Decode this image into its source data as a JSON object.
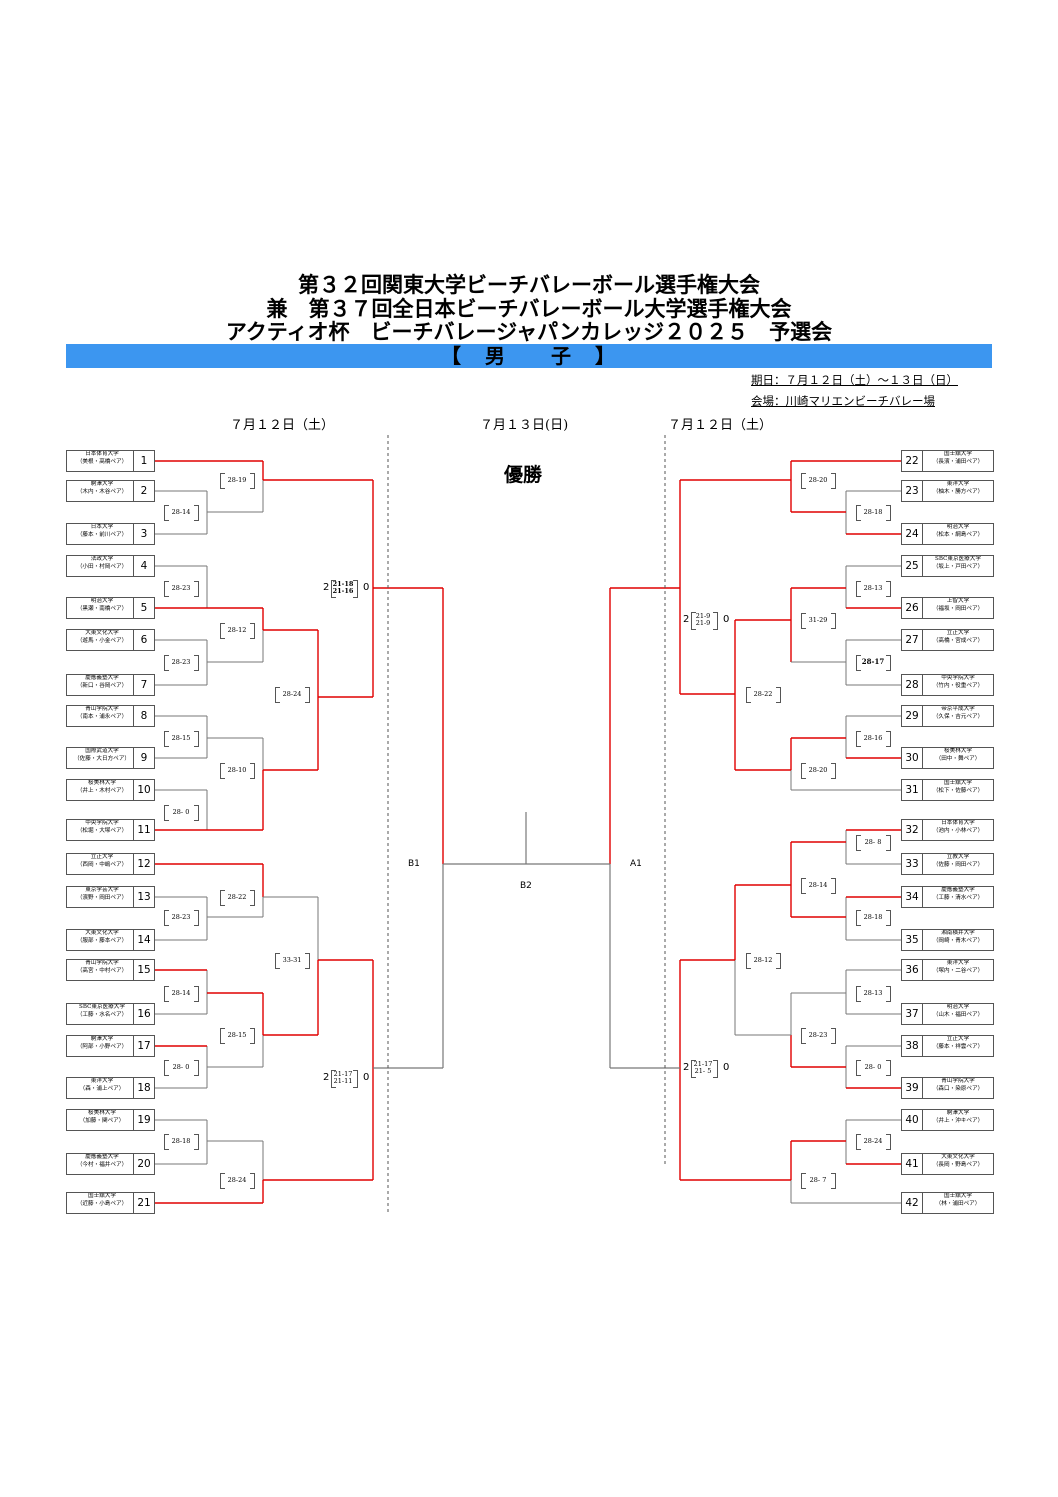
{
  "titles": [
    "第３２回関東大学ビーチバレーボール選手権大会",
    "兼　第３７回全日本ビーチバレーボール大学選手権大会",
    "アクティオ杯　ビーチバレージャパンカレッジ２０２５　予選会"
  ],
  "category": "【　男　　子　】",
  "dates_line": "期日：７月１２日（土）～１３日（日）",
  "venue_line": "会場：川崎マリエンビーチバレー場",
  "day_left": "７月１２日（土）",
  "day_center": "７月１３日(日)",
  "day_right": "７月１２日（土）",
  "champion_label": "優勝",
  "accent_color": "#3c96f0",
  "line_color": "#e00000",
  "teams_left": [
    {
      "seed": "1",
      "name": "日本体育大学",
      "pair": "（美根・髙橋ペア）"
    },
    {
      "seed": "2",
      "name": "駒澤大学",
      "pair": "（木内・木谷ペア）"
    },
    {
      "seed": "3",
      "name": "日本大学",
      "pair": "（藤本・前川ペア）"
    },
    {
      "seed": "4",
      "name": "法政大学",
      "pair": "（小田・村岡ペア）"
    },
    {
      "seed": "5",
      "name": "明治大学",
      "pair": "（黒瀬・南橋ペア）"
    },
    {
      "seed": "6",
      "name": "大東文化大学",
      "pair": "（遊馬・小金ペア）"
    },
    {
      "seed": "7",
      "name": "慶應義塾大学",
      "pair": "（新口・谷岡ペア）"
    },
    {
      "seed": "8",
      "name": "青山学院大学",
      "pair": "（南本・浦永ペア）"
    },
    {
      "seed": "9",
      "name": "国際武道大学",
      "pair": "（佐藤・大日方ペア）"
    },
    {
      "seed": "10",
      "name": "桜美林大学",
      "pair": "（井上・木村ペア）"
    },
    {
      "seed": "11",
      "name": "中央学院大学",
      "pair": "（松堀・大塚ペア）"
    },
    {
      "seed": "12",
      "name": "立正大学",
      "pair": "（西岡・中嶋ペア）"
    },
    {
      "seed": "13",
      "name": "東京学芸大学",
      "pair": "（濱野・岡田ペア）"
    },
    {
      "seed": "14",
      "name": "大東文化大学",
      "pair": "（服部・藤本ペア）"
    },
    {
      "seed": "15",
      "name": "青山学院大学",
      "pair": "（高宮・中村ペア）"
    },
    {
      "seed": "16",
      "name": "SBC東京医療大学",
      "pair": "（工藤・水名ペア）"
    },
    {
      "seed": "17",
      "name": "駒澤大学",
      "pair": "（阿部・小野ペア）"
    },
    {
      "seed": "18",
      "name": "東洋大学",
      "pair": "（森・浦上ペア）"
    },
    {
      "seed": "19",
      "name": "桜美林大学",
      "pair": "（加藤・関ペア）"
    },
    {
      "seed": "20",
      "name": "慶應義塾大学",
      "pair": "（今村・福井ペア）"
    },
    {
      "seed": "21",
      "name": "国士舘大学",
      "pair": "（近藤・小島ペア）"
    }
  ],
  "teams_right": [
    {
      "seed": "22",
      "name": "国士舘大学",
      "pair": "（長濱・浦田ペア）"
    },
    {
      "seed": "23",
      "name": "東洋大学",
      "pair": "（柚木・勝方ペア）"
    },
    {
      "seed": "24",
      "name": "明治大学",
      "pair": "（松本・綱島ペア）"
    },
    {
      "seed": "25",
      "name": "SBC東京医療大学",
      "pair": "（坂上・戸田ペア）"
    },
    {
      "seed": "26",
      "name": "上智大学",
      "pair": "（福坂・岡田ペア）"
    },
    {
      "seed": "27",
      "name": "立正大学",
      "pair": "（高橋・宮成ペア）"
    },
    {
      "seed": "28",
      "name": "中央学院大学",
      "pair": "（竹内・役重ペア）"
    },
    {
      "seed": "29",
      "name": "帝京平成大学",
      "pair": "（久保・吉元ペア）"
    },
    {
      "seed": "30",
      "name": "桜美林大学",
      "pair": "（田中・舞ペア）"
    },
    {
      "seed": "31",
      "name": "国士舘大学",
      "pair": "（松下・佐藤ペア）"
    },
    {
      "seed": "32",
      "name": "日本体育大学",
      "pair": "（池内・小林ペア）"
    },
    {
      "seed": "33",
      "name": "立教大学",
      "pair": "（佐藤・岡田ペア）"
    },
    {
      "seed": "34",
      "name": "慶應義塾大学",
      "pair": "（工藤・清水ペア）"
    },
    {
      "seed": "35",
      "name": "湘南横井大学",
      "pair": "（岡崎・青木ペア）"
    },
    {
      "seed": "36",
      "name": "東洋大学",
      "pair": "（塚内・二谷ペア）"
    },
    {
      "seed": "37",
      "name": "明治大学",
      "pair": "（山木・福田ペア）"
    },
    {
      "seed": "38",
      "name": "立正大学",
      "pair": "（藤本・祥雲ペア）"
    },
    {
      "seed": "39",
      "name": "青山学院大学",
      "pair": "（森口・染原ペア）"
    },
    {
      "seed": "40",
      "name": "駒澤大学",
      "pair": "（井上・沖キペア）"
    },
    {
      "seed": "41",
      "name": "大東文化大学",
      "pair": "（長岡・野島ペア）"
    },
    {
      "seed": "42",
      "name": "国士舘大学",
      "pair": "（林・浦田ペア）"
    }
  ],
  "scores_left": [
    "28-19",
    "28-14",
    "28-23",
    "28-12",
    "28-23",
    "28-24",
    "28-15",
    "28-10",
    "28- 0",
    "28-22",
    "28-23",
    "33-31",
    "28-14",
    "28-15",
    "28- 0",
    "28-18",
    "28-24"
  ],
  "scores_right": [
    "28-20",
    "28-18",
    "28-13",
    "31-29",
    "28-17",
    "28-22",
    "28-16",
    "28-20",
    "28- 8",
    "28-14",
    "28-18",
    "28-12",
    "28-13",
    "28-23",
    "28- 0",
    "28-24",
    "28- 7"
  ],
  "semis": [
    {
      "won": "2",
      "lost": "0",
      "s1": "21-18",
      "s2": "21-16"
    },
    {
      "won": "2",
      "lost": "0",
      "s1": "21-17",
      "s2": "21-11"
    },
    {
      "won": "2",
      "lost": "0",
      "s1": "21-9",
      "s2": "21-9"
    },
    {
      "won": "2",
      "lost": "0",
      "s1": "21-17",
      "s2": "21- 5"
    }
  ],
  "slots": {
    "b1": "B1",
    "b2": "B2",
    "a1": "A1"
  }
}
